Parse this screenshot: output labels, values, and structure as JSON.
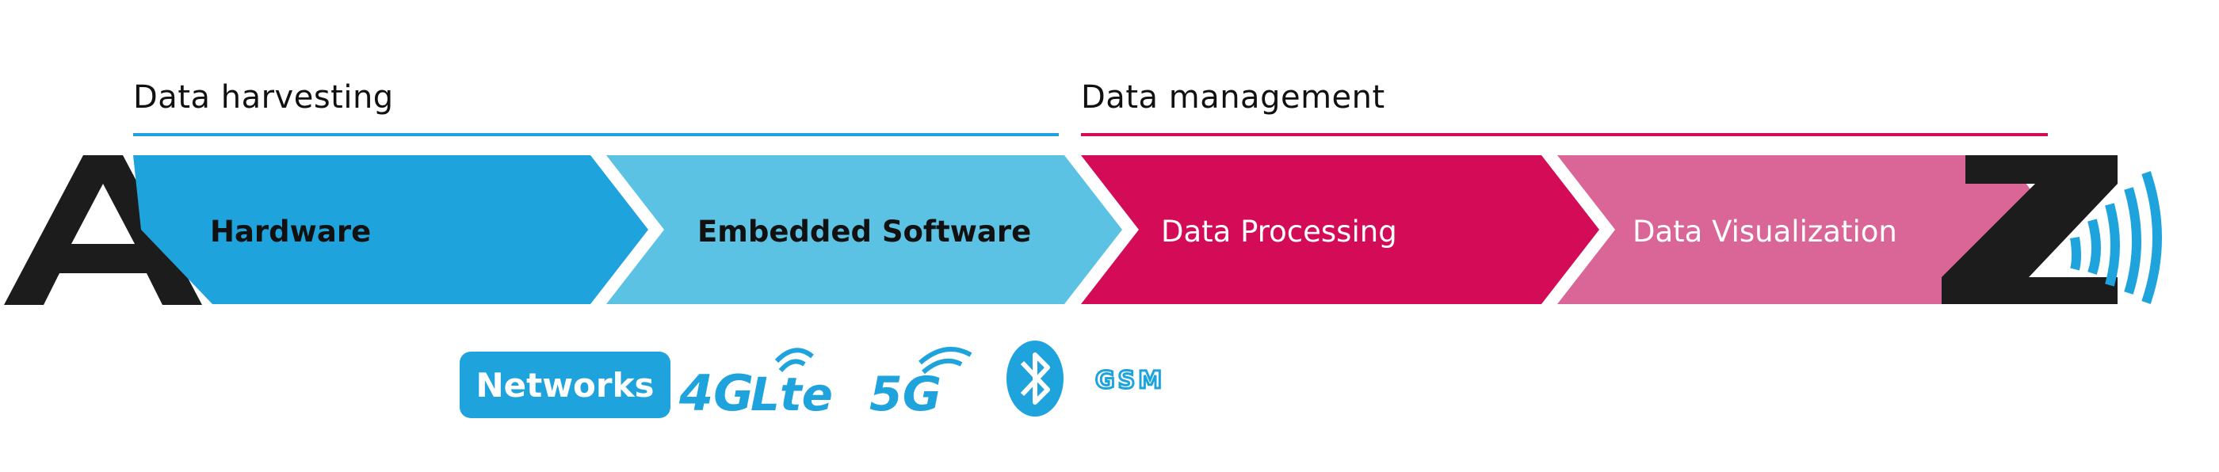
{
  "sections": [
    {
      "title": "Data harvesting",
      "color": "#1FA3DD"
    },
    {
      "title": "Data management",
      "color": "#D40B56"
    }
  ],
  "stages": [
    {
      "label": "Hardware",
      "fill": "#1FA3DD",
      "text_color": "#111111"
    },
    {
      "label": "Embedded Software",
      "fill": "#5BC2E3",
      "text_color": "#111111"
    },
    {
      "label": "Data Processing",
      "fill": "#D40B56",
      "text_color": "#FFFFFF"
    },
    {
      "label": "Data Visualization",
      "fill": "#D96696",
      "text_color": "#FFFFFF"
    }
  ],
  "end_letters": {
    "start": "A",
    "end": "Z",
    "color": "#1C1C1C"
  },
  "networks": {
    "label": "Networks",
    "accent": "#1FA3DD",
    "logos": [
      {
        "name": "4g-lte-logo",
        "text_main": "4G",
        "text_sub": "Lte"
      },
      {
        "name": "5g-logo",
        "text_main": "5G"
      },
      {
        "name": "bluetooth-logo",
        "icon": "bluetooth-icon"
      },
      {
        "name": "gsm-logo",
        "text_main": "GSM"
      }
    ]
  }
}
